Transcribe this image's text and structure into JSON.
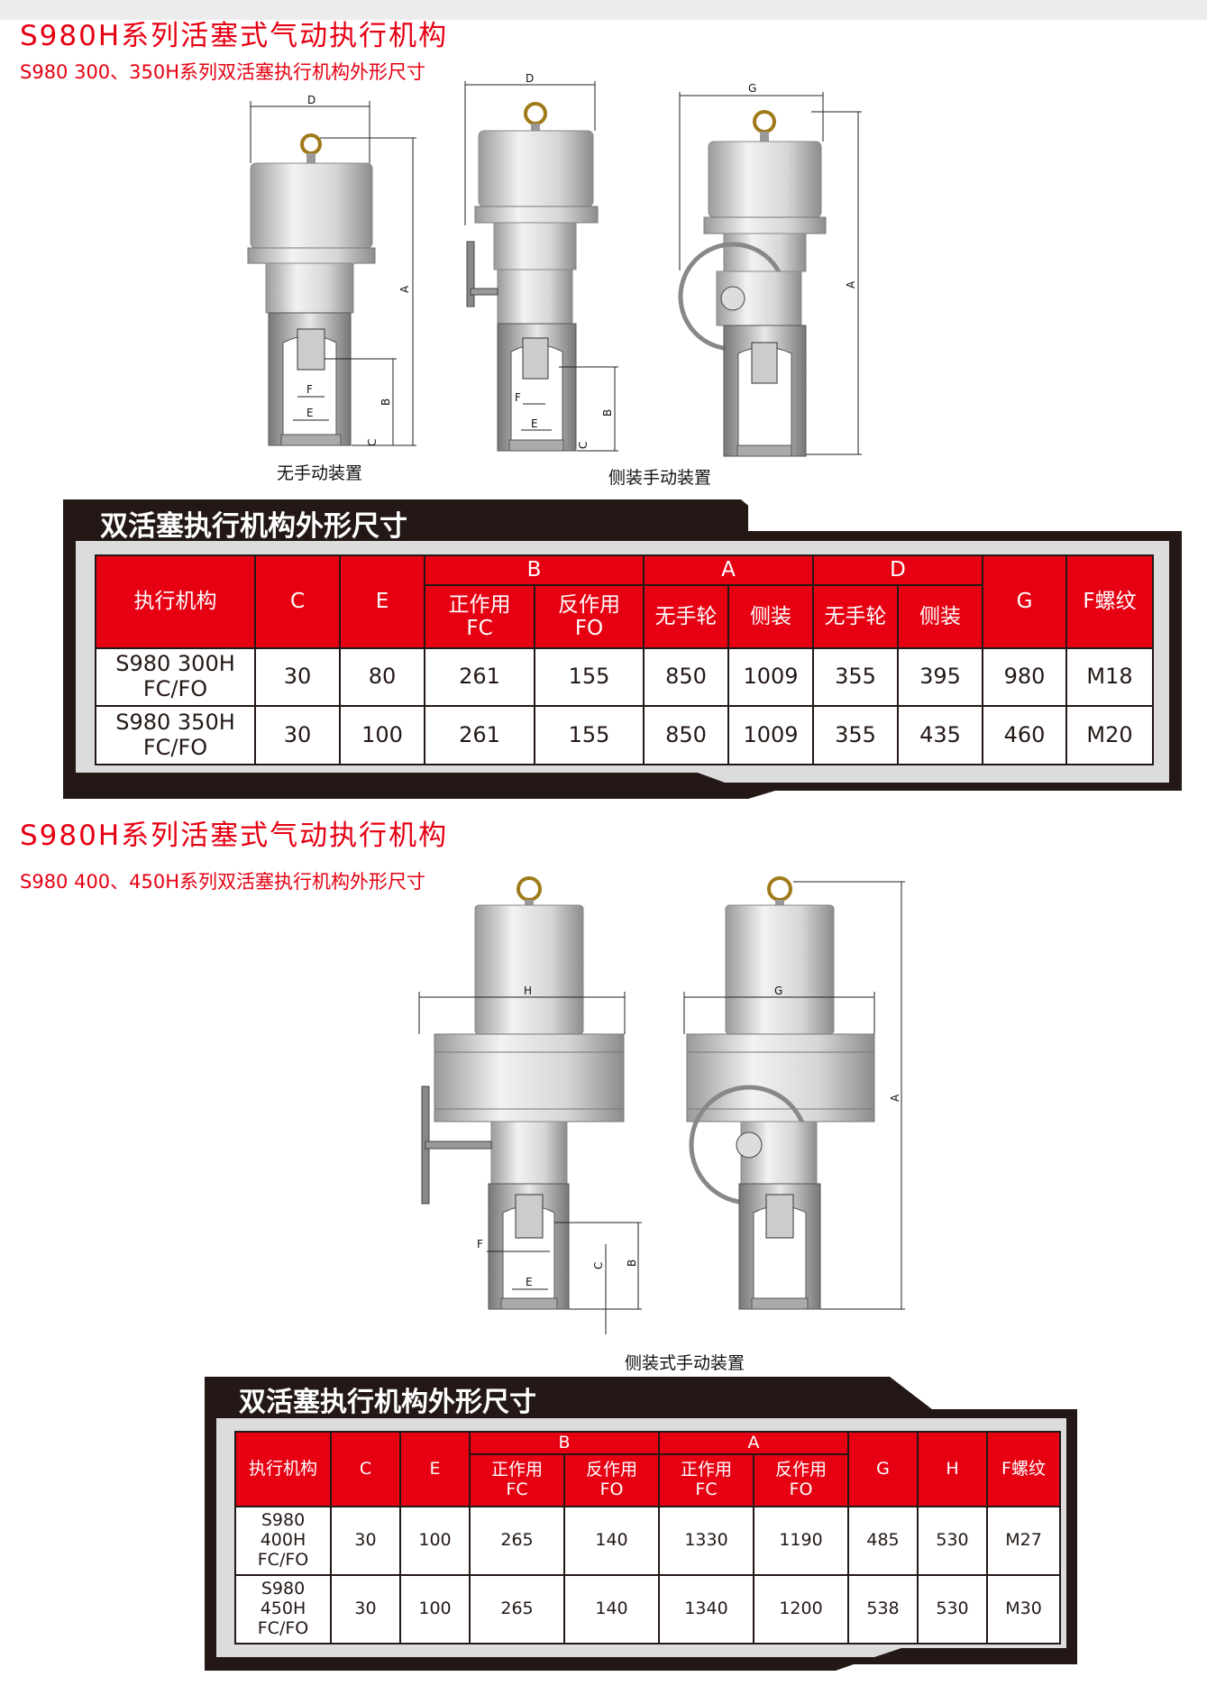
{
  "section1": {
    "title": "S980H系列活塞式气动执行机构",
    "subtitle": "S980 300、350H系列双活塞执行机构外形尺寸",
    "caption_no_handwheel": "无手动装置",
    "caption_side_handwheel": "侧装手动装置"
  },
  "section2": {
    "title": "S980H系列活塞式气动执行机构",
    "subtitle": "S980 400、450H系列双活塞执行机构外形尺寸",
    "caption_side_handwheel": "侧装式手动装置"
  },
  "dim_labels": {
    "A": "A",
    "B": "B",
    "C": "C",
    "D": "D",
    "E": "E",
    "F": "F",
    "G": "G",
    "H": "H"
  },
  "table1": {
    "title": "双活塞执行机构外形尺寸",
    "headers": {
      "actuator": "执行机构",
      "C": "C",
      "E": "E",
      "B": "B",
      "B_fc_1": "正作用",
      "B_fc_2": "FC",
      "B_fo_1": "反作用",
      "B_fo_2": "FO",
      "A": "A",
      "A_no_wheel": "无手轮",
      "A_side": "侧装",
      "D": "D",
      "D_no_wheel": "无手轮",
      "D_side": "侧装",
      "G": "G",
      "F_thread": "F螺纹"
    },
    "rows": [
      {
        "model_1": "S980 300H",
        "model_2": "FC/FO",
        "C": "30",
        "E": "80",
        "B_FC": "261",
        "B_FO": "155",
        "A_no_wheel": "850",
        "A_side": "1009",
        "D_no_wheel": "355",
        "D_side": "395",
        "G": "980",
        "F": "M18"
      },
      {
        "model_1": "S980 350H",
        "model_2": "FC/FO",
        "C": "30",
        "E": "100",
        "B_FC": "261",
        "B_FO": "155",
        "A_no_wheel": "850",
        "A_side": "1009",
        "D_no_wheel": "355",
        "D_side": "435",
        "G": "460",
        "F": "M20"
      }
    ]
  },
  "table2": {
    "title": "双活塞执行机构外形尺寸",
    "headers": {
      "actuator": "执行机构",
      "C": "C",
      "E": "E",
      "B": "B",
      "B_fc_1": "正作用",
      "B_fc_2": "FC",
      "B_fo_1": "反作用",
      "B_fo_2": "FO",
      "A": "A",
      "A_fc_1": "正作用",
      "A_fc_2": "FC",
      "A_fo_1": "反作用",
      "A_fo_2": "FO",
      "G": "G",
      "H": "H",
      "F_thread": "F螺纹"
    },
    "rows": [
      {
        "model_1": "S980",
        "model_2": "400H",
        "model_3": "FC/FO",
        "C": "30",
        "E": "100",
        "B_FC": "265",
        "B_FO": "140",
        "A_FC": "1330",
        "A_FO": "1190",
        "G": "485",
        "H": "530",
        "F": "M27"
      },
      {
        "model_1": "S980",
        "model_2": "450H",
        "model_3": "FC/FO",
        "C": "30",
        "E": "100",
        "B_FC": "265",
        "B_FO": "140",
        "A_FC": "1340",
        "A_FO": "1200",
        "G": "538",
        "H": "530",
        "F": "M30"
      }
    ]
  },
  "colors": {
    "accent": "#e60012",
    "dark": "#231815",
    "panel_gray": "#dcdcdd"
  }
}
